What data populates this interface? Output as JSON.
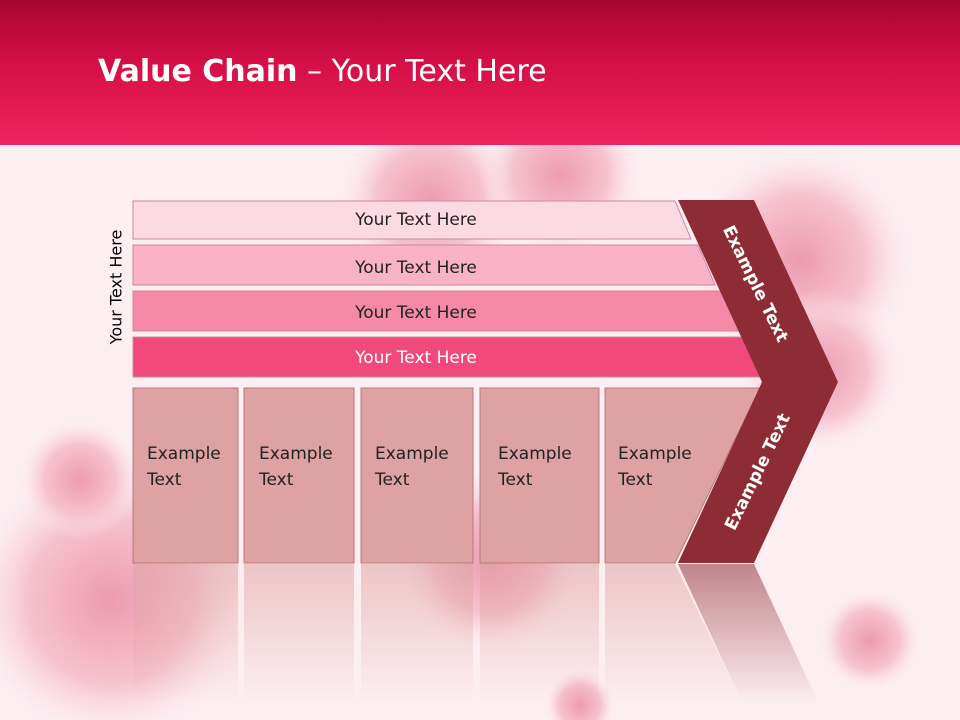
{
  "slide": {
    "title_bold": "Value Chain",
    "title_rest": " – Your Text Here",
    "side_label": "Your Text Here"
  },
  "bars": [
    {
      "label": "Your Text Here",
      "color": "#fdd9e4"
    },
    {
      "label": "Your Text Here",
      "color": "#f9b2c7"
    },
    {
      "label": "Your Text Here",
      "color": "#f48aa8"
    },
    {
      "label": "Your Text Here",
      "color": "#f04a7c"
    }
  ],
  "columns": [
    {
      "line1": "Example",
      "line2": "Text"
    },
    {
      "line1": "Example",
      "line2": "Text"
    },
    {
      "line1": "Example",
      "line2": "Text"
    },
    {
      "line1": "Example",
      "line2": "Text"
    },
    {
      "line1": "Example",
      "line2": "Text"
    }
  ],
  "chevron": {
    "upper_label": "Example Text",
    "lower_label": "Example Text",
    "color": "#8e2c35"
  },
  "colors": {
    "header": "#d60f47",
    "column_fill": "#dea2a2",
    "column_stroke": "#b77a7a",
    "rose": "#f2a3b5"
  }
}
